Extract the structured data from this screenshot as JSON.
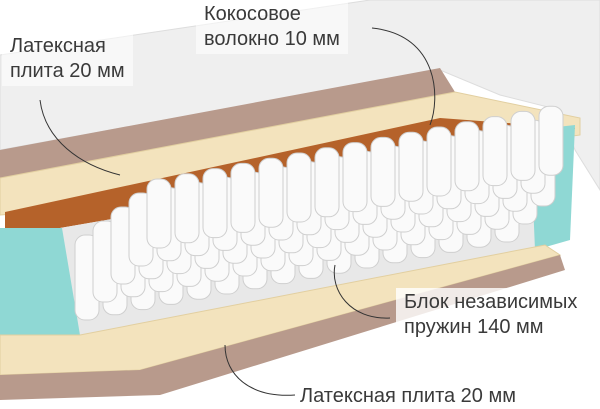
{
  "labels": {
    "top_latex": {
      "line1": "Латексная",
      "line2": "плита 20 мм"
    },
    "coconut": {
      "line1": "Кокосовое",
      "line2": "волокно 10 мм"
    },
    "springs": {
      "line1": "Блок независимых",
      "line2": "пружин 140 мм"
    },
    "bottom_latex": {
      "line1": "Латексная плита  20 мм"
    }
  },
  "colors": {
    "cover": "#f2f2f2",
    "latex": "#f3e3bd",
    "coconut": "#b5622a",
    "base": "#b89a8c",
    "side_foam": "#8fd8d4",
    "springs": "#fafafa",
    "text": "#3a3a3a"
  }
}
